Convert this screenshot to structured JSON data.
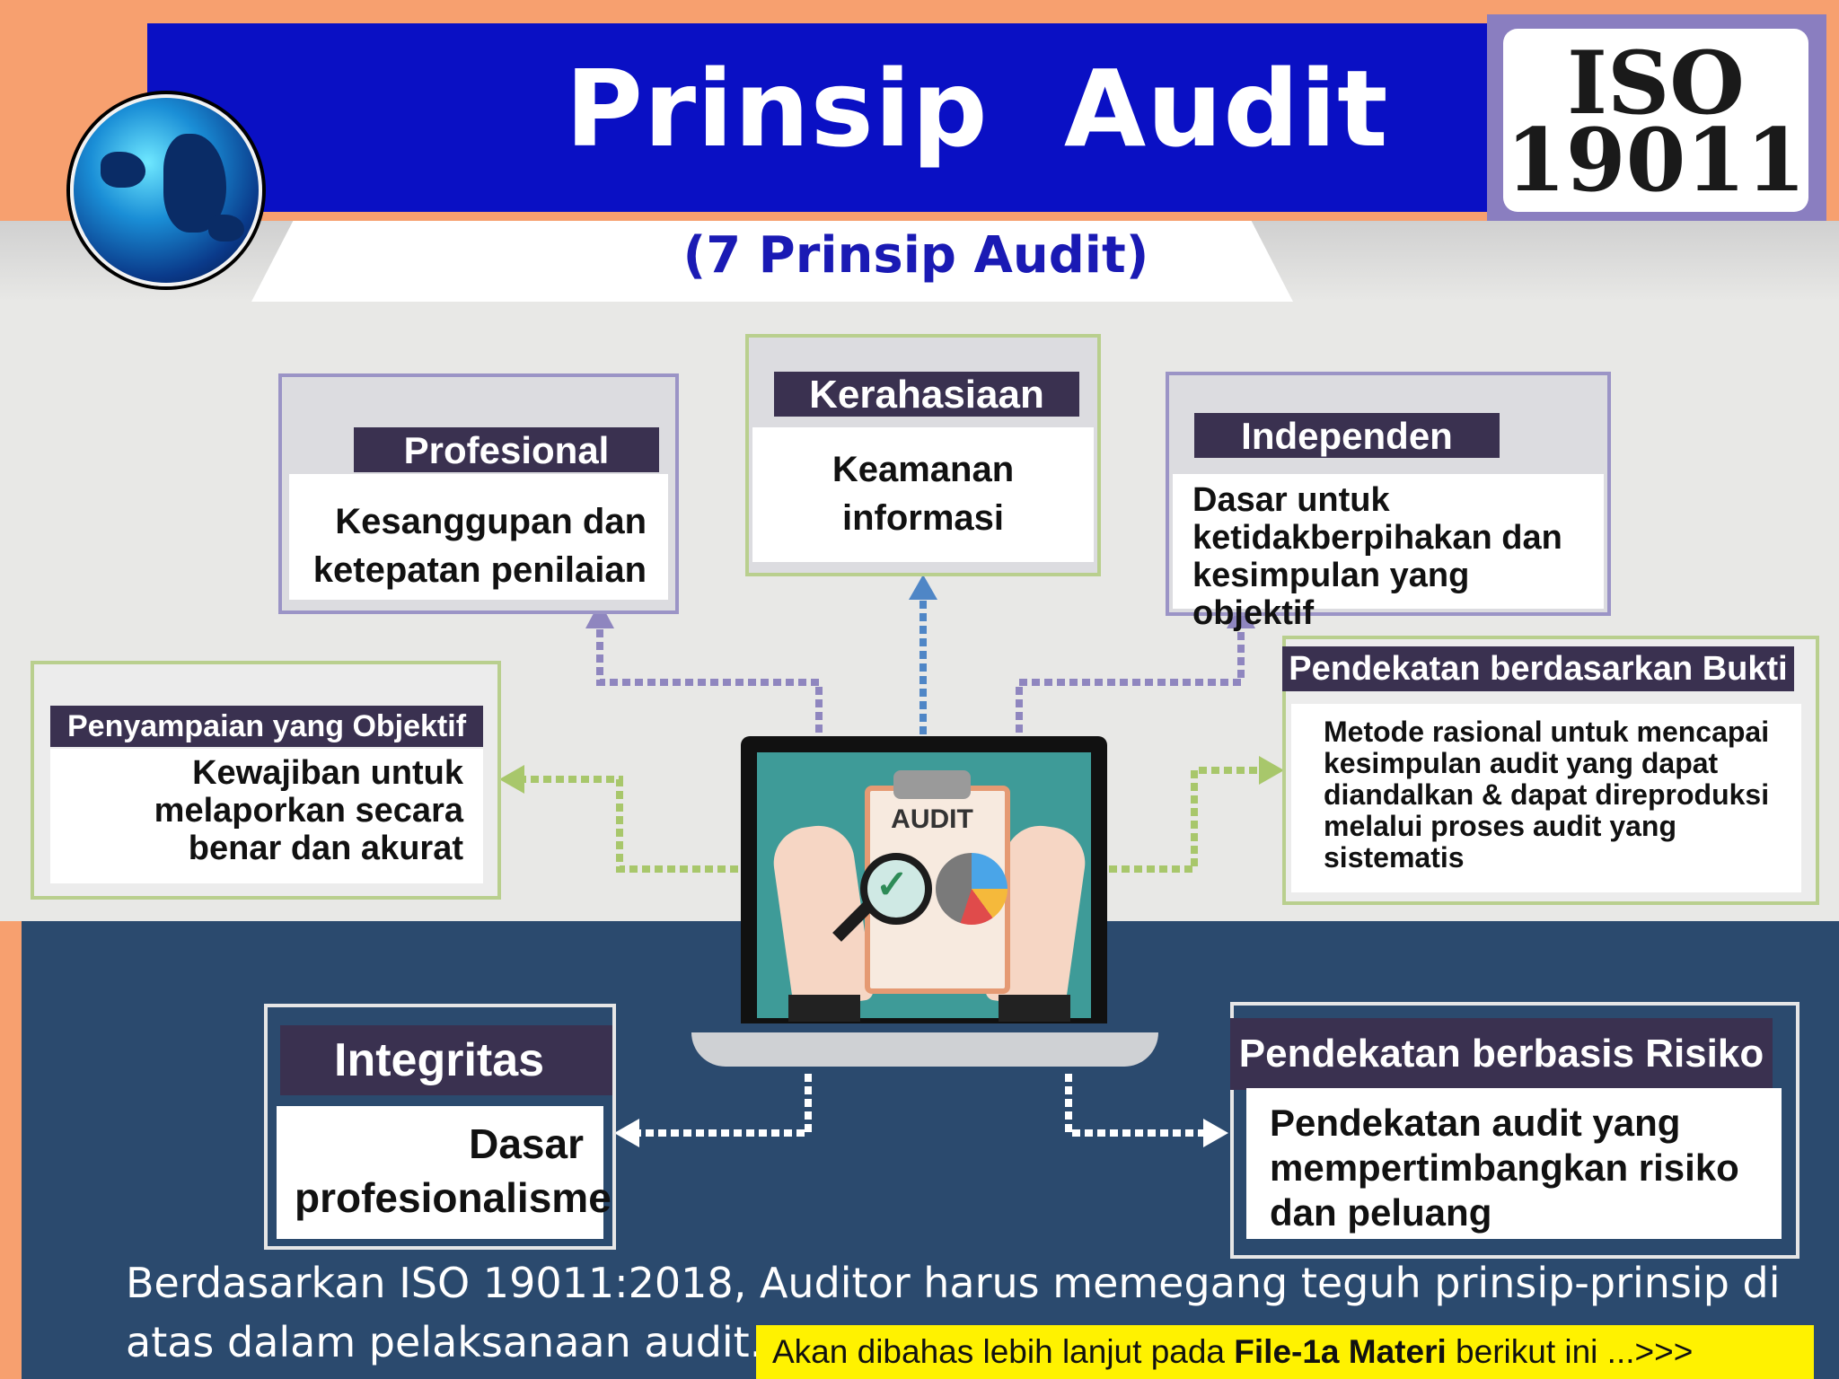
{
  "title": "Prinsip  Audit",
  "subtitle": "(7 Prinsip Audit)",
  "logo": {
    "line1": "ISO",
    "line2": "19011"
  },
  "principles": {
    "profesional": {
      "title": "Profesional",
      "desc": "Kesanggupan dan ketepatan penilaian"
    },
    "kerahasiaan": {
      "title": "Kerahasiaan",
      "desc": "Keamanan informasi"
    },
    "independen": {
      "title": "Independen",
      "desc": "Dasar untuk ketidakberpihakan dan kesimpulan yang objektif"
    },
    "penyampaian": {
      "title": "Penyampaian yang  Objektif",
      "desc": "Kewajiban untuk melaporkan secara benar dan akurat"
    },
    "bukti": {
      "title": "Pendekatan berdasarkan  Bukti",
      "desc": "Metode rasional untuk mencapai kesimpulan audit yang dapat diandalkan & dapat direproduksi melalui proses audit yang sistematis"
    },
    "integritas": {
      "title": "Integritas",
      "desc": "Dasar profesionalisme"
    },
    "risiko": {
      "title": "Pendekatan berbasis  Risiko",
      "desc": "Pendekatan audit yang mempertimbangkan risiko dan peluang"
    }
  },
  "center_label": "AUDIT",
  "footer": {
    "line1": "Berdasarkan ISO 19011:2018, Auditor harus memegang teguh prinsip-prinsip di",
    "line2": "atas dalam pelaksanaan audit.",
    "note_pre": "Akan dibahas lebih lanjut pada ",
    "note_bold": "File-1a Materi",
    "note_post": " berikut ini ...>>>"
  },
  "colors": {
    "title_bar": "#0a10c4",
    "header_box": "#3a3150",
    "dark_band": "#2b4a6e",
    "note_bg": "#fff200",
    "subtitle": "#1a1ab4"
  }
}
